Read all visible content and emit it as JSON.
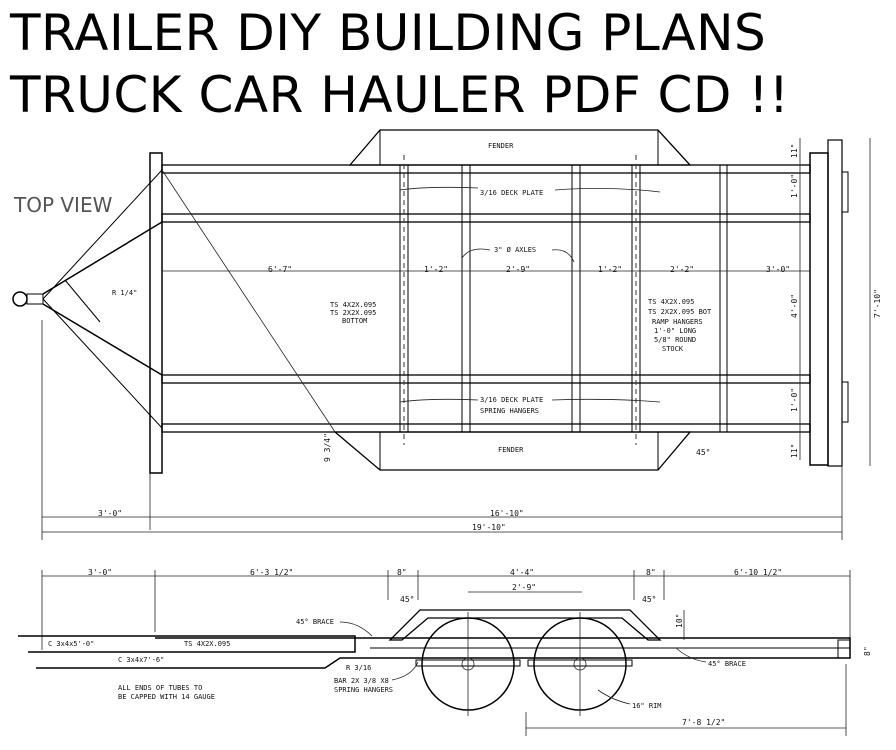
{
  "title": {
    "line1": "TRAILER DIY BUILDING PLANS",
    "line2": "TRUCK CAR HAULER PDF CD !!"
  },
  "top_view": {
    "view_label": "TOP VIEW",
    "fender_top": "FENDER",
    "fender_bottom": "FENDER",
    "deck_plate_top": "3/16 DECK PLATE",
    "deck_plate_bottom": "3/16 DECK PLATE",
    "spring_hangers": "SPRING HANGERS",
    "axles": "3\" Ø AXLES",
    "tongue_tube": "R 1/4\"",
    "tube_left_1": "TS 4X2X.095",
    "tube_left_2": "TS 2X2X.095",
    "tube_left_3": "BOTTOM",
    "tube_right_1": "TS 4X2X.095",
    "tube_right_2": "TS 2X2X.095 BOT",
    "ramp_1": "RAMP HANGERS",
    "ramp_2": "1'-0\" LONG",
    "ramp_3": "5/8\" ROUND",
    "ramp_4": "STOCK",
    "dims": {
      "d_6_7": "6'-7\"",
      "d_1_2a": "1'-2\"",
      "d_2_9": "2'-9\"",
      "d_1_2b": "1'-2\"",
      "d_2_2": "2'-2\"",
      "d_3_0": "3'-0\"",
      "d_3_0_tongue": "3'-0\"",
      "d_16_10": "16'-10\"",
      "d_19_10": "19'-10\"",
      "d_7_10": "7'-10\"",
      "d_1_0_top": "1'-0\"",
      "d_4_0": "4'-0\"",
      "d_1_0_bot": "1'-0\"",
      "d_11_top": "11\"",
      "d_11_bot": "11\"",
      "d_9_3_4": "9 3/4\"",
      "d_45": "45°"
    }
  },
  "side_view": {
    "d_3_0": "3'-0\"",
    "d_6_3_1_2": "6'-3 1/2\"",
    "d_8_left": "8\"",
    "d_4_4": "4'-4\"",
    "d_8_right": "8\"",
    "d_6_10_1_2": "6'-10 1/2\"",
    "d_2_9": "2'-9\"",
    "d_45_left": "45°",
    "d_45_right": "45°",
    "brace_left": "45° BRACE",
    "brace_right": "45° BRACE",
    "tube_c1": "C 3x4x5'-0\"",
    "tube_ts": "TS 4X2X.095",
    "tube_c2": "C 3x4x7'-6\"",
    "r_3_16": "R 3/16",
    "bar_1": "BAR 2X 3/8 X8",
    "bar_2": "SPRING HANGERS",
    "rim": "16\" RIM",
    "d_7_8_1_2": "7'-8 1/2\"",
    "d_10": "10\"",
    "d_8_end": "8\"",
    "note_1": "ALL ENDS OF TUBES TO",
    "note_2": "BE CAPPED WITH 14 GAUGE"
  }
}
